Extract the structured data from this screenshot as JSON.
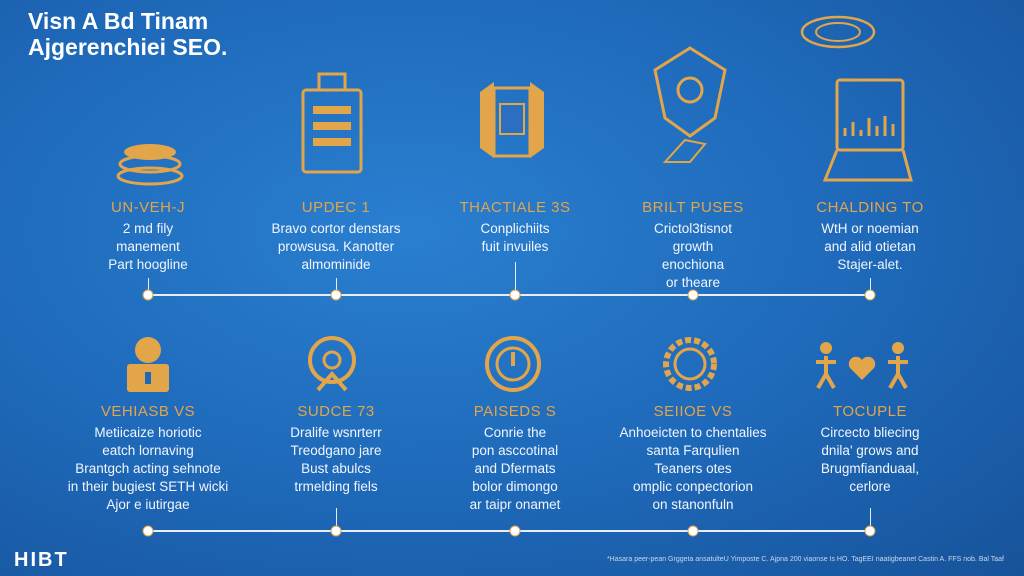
{
  "title": {
    "line1": "Visn A Bd Tinam",
    "line2": "Ajgerenchiei SEO."
  },
  "accent_color": "#e3a54a",
  "top_items": [
    {
      "icon": "coin-stack-icon",
      "heading": "UN-VEH-J",
      "lines": [
        "2 md fily",
        "manement",
        "Part hoogline"
      ]
    },
    {
      "icon": "document-clipboard-icon",
      "heading": "UPDEC 1",
      "lines": [
        "Bravo cortor denstars",
        "prowsusa. Kanotter",
        "almominide"
      ]
    },
    {
      "icon": "book-folder-icon",
      "heading": "THACTIALE 3S",
      "lines": [
        "Conplichiits",
        "fuit invuiles"
      ]
    },
    {
      "icon": "shield-pen-icon",
      "heading": "BRILT PUSES",
      "lines": [
        "Crictol3tisnot",
        "growth",
        "enochiona",
        "or theare"
      ]
    },
    {
      "icon": "laptop-chart-icon",
      "heading": "CHALDING TO",
      "lines": [
        "WtH or noemian",
        "and alid otietan",
        "Stajer-alet."
      ]
    }
  ],
  "bottom_items": [
    {
      "icon": "user-lock-icon",
      "heading": "VEHIASB VS",
      "lines": [
        "Metiicaize horiotic",
        "eatch lornaving",
        "Brantgch acting sehnote",
        "in their bugiest SETH wicki",
        "Ajor e iutirgae"
      ]
    },
    {
      "icon": "team-cycle-icon",
      "heading": "SUDCE 73",
      "lines": [
        "Dralife wsnrterr",
        "Treodgano jare",
        "Bust abulcs",
        "trmelding fiels"
      ]
    },
    {
      "icon": "power-circle-icon",
      "heading": "PAISEDS S",
      "lines": [
        "Conrie the",
        "pon asccotinal",
        "and Dfermats",
        "bolor dimongo",
        "ar taipr onamet"
      ]
    },
    {
      "icon": "gear-ring-icon",
      "heading": "SEIIOE VS",
      "lines": [
        "Anhoeicten to chentalies",
        "santa Farqulien",
        "Teaners otes",
        "omplic conpectorion",
        "on stanonfuln"
      ]
    },
    {
      "icon": "people-heart-icon",
      "heading": "TOCUPLE",
      "lines": [
        "Circecto bliecing",
        "dnila' grows and",
        "Brugmfianduaal,",
        "cerlore"
      ]
    }
  ],
  "footer": {
    "logo": "HIBT",
    "note": "*Hasara peer-pean Grggeta ansatulteU Yimposte C. Ajpna 200 viaonse Is HO. TagEEI naatigbeanet Castin A. FFS nob. Bal Taaf"
  }
}
